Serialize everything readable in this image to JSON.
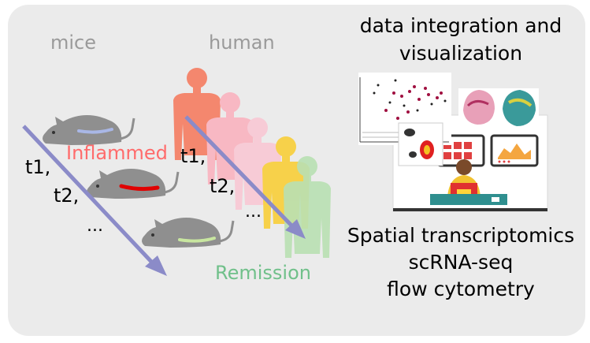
{
  "labels": {
    "mice": "mice",
    "human": "human",
    "inflammed": "Inflammed",
    "remission": "Remission",
    "mice_t1": "t1,",
    "mice_t2": "t2,",
    "mice_dots": "...",
    "human_t1": "t1,",
    "human_t2": "t2,",
    "human_dots": "..."
  },
  "right_panel": {
    "title_line1": "data integration and",
    "title_line2": "visualization",
    "method_1": "Spatial transcriptomics",
    "method_2": "scRNA-seq",
    "method_3": "flow cytometry"
  },
  "colors": {
    "panel_bg": "#ebebeb",
    "header_gray": "#9a9a9a",
    "inflamed_red": "#ff6b6b",
    "remission_green": "#70c08a",
    "arrow_purple": "#8b8bc8",
    "mouse_gray": "#8f8f8f",
    "colon_blue": "#a9b7e6",
    "colon_red": "#e00000",
    "colon_green": "#c8e6a0",
    "human_colors": [
      "#f4876e",
      "#f8b8c3",
      "#f7cbd6",
      "#f7d14a",
      "#b9e0b3"
    ]
  },
  "icons": [
    "mouse-icon",
    "human-silhouette-icon",
    "time-arrow-icon",
    "computer-workstation-icon",
    "monitor-icon"
  ]
}
